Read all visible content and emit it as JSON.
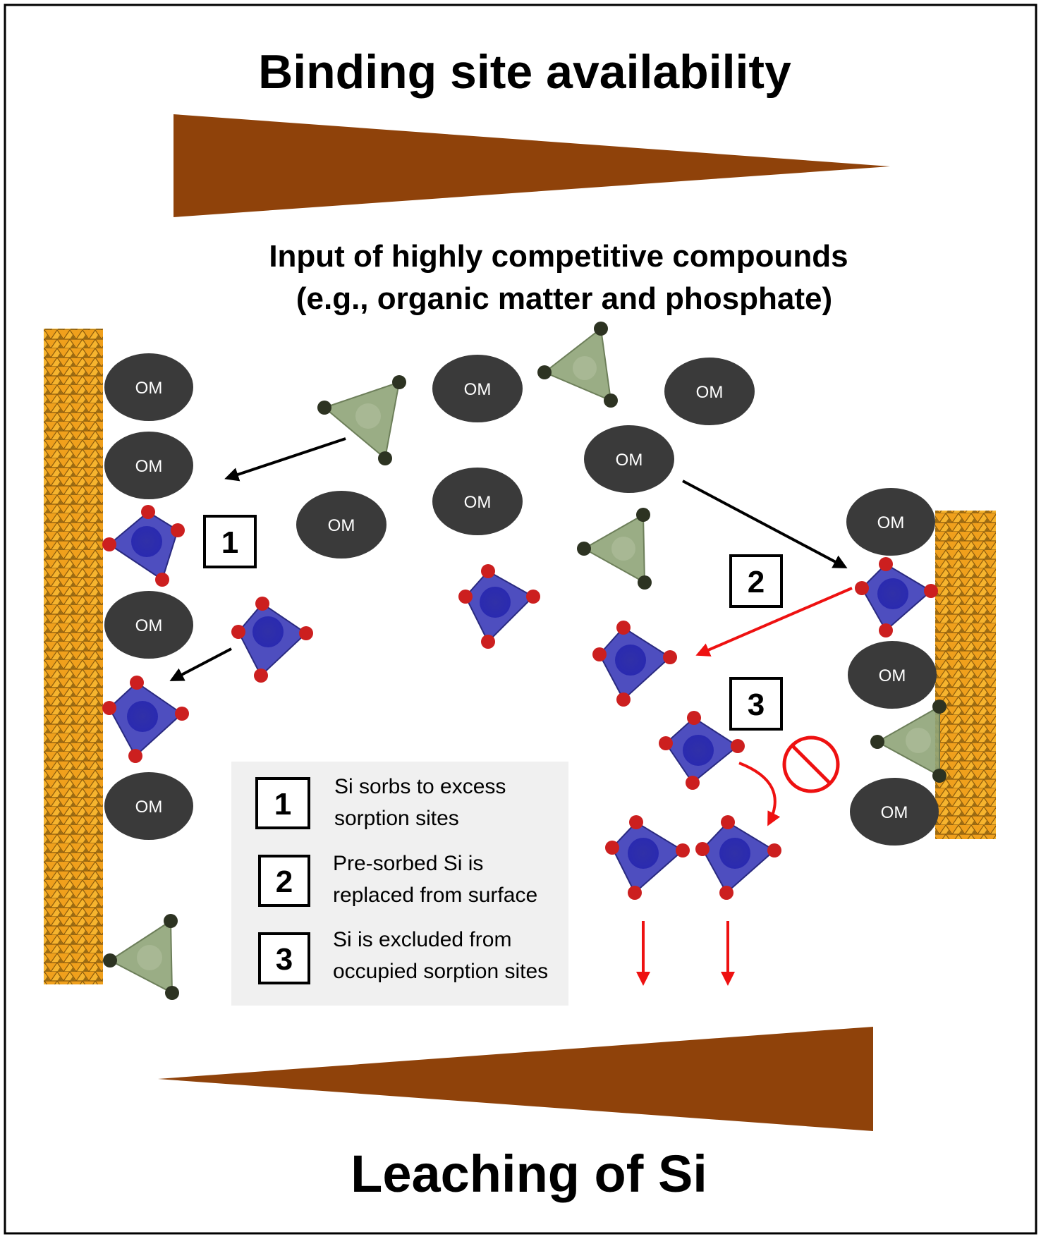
{
  "title": "Binding site availability",
  "subtitle": [
    "Input of highly competitive compounds",
    "(e.g., organic matter and phosphate)"
  ],
  "bottom_title": "Leaching of Si",
  "om_label": "OM",
  "step_numbers": [
    "1",
    "2",
    "3"
  ],
  "legend": {
    "items": [
      {
        "number": "1",
        "lines": [
          "Si sorbs to excess",
          "sorption sites"
        ]
      },
      {
        "number": "2",
        "lines": [
          "Pre-sorbed Si is",
          "replaced from surface"
        ]
      },
      {
        "number": "3",
        "lines": [
          "Si is excluded from",
          "occupied sorption sites"
        ]
      }
    ]
  },
  "icons": [
    "om-ellipse",
    "phosphate-tetrahedron-icon",
    "silicate-tetrahedron-icon",
    "prohibited-icon",
    "mineral-surface"
  ],
  "colors": {
    "wedge": "#8f420a",
    "om": "#3a3a3a",
    "silicate": "#3b3bb8",
    "oxygen": "#cc1f1f",
    "phosphate": "#8fa478",
    "phosphate_oxygen": "#2d3322",
    "mineral_orange": "#f0a01c",
    "mineral_dark": "#8a5a0c",
    "red_arrow": "#ee1111"
  }
}
